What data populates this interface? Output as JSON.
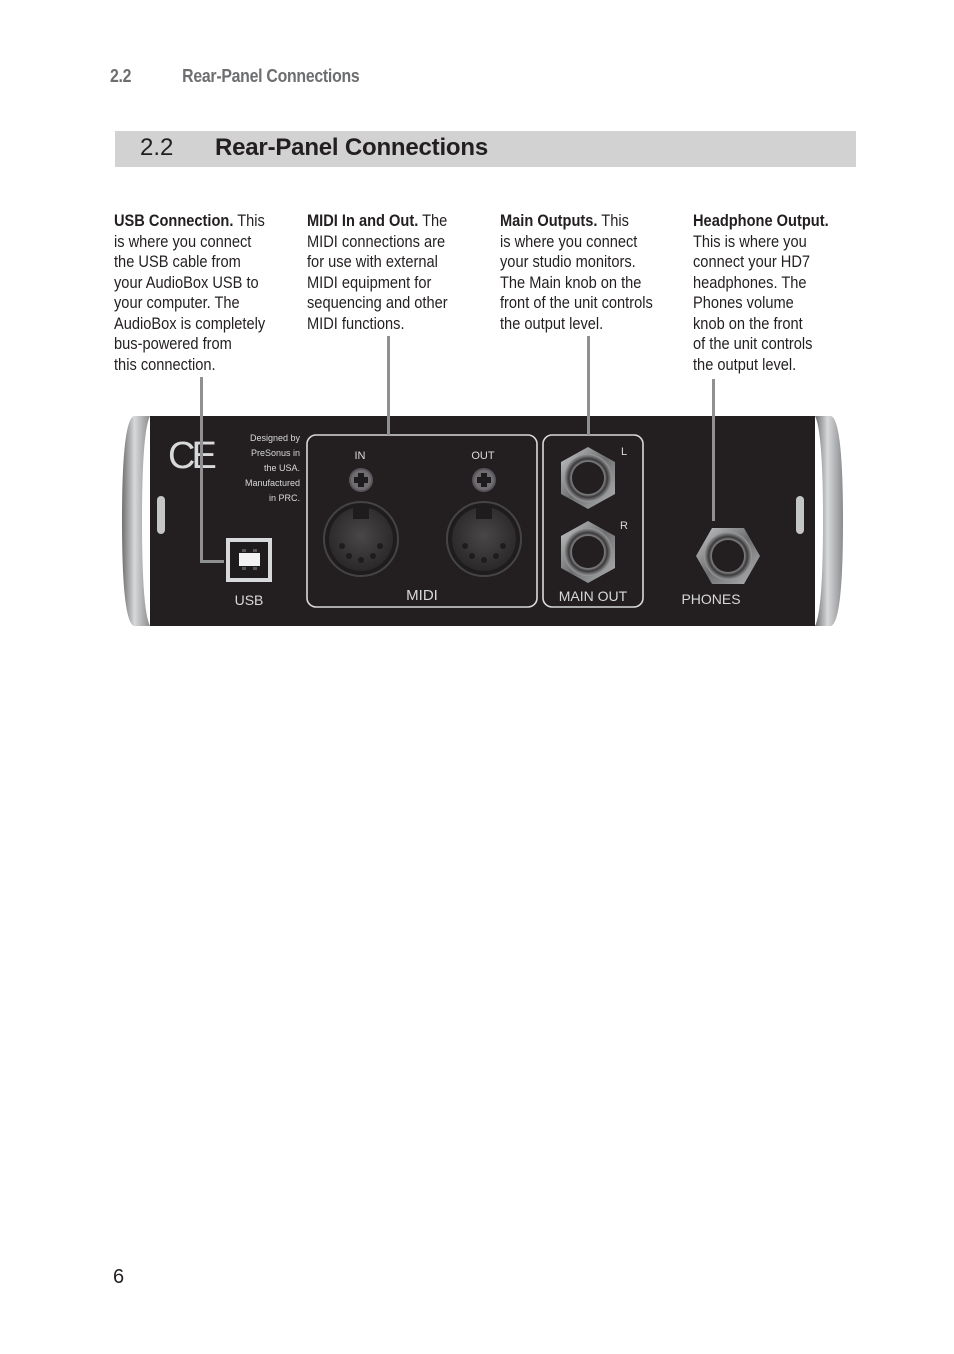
{
  "running_head": {
    "number": "2.2",
    "title": "Rear-Panel Connections"
  },
  "section": {
    "number": "2.2",
    "title": "Rear-Panel Connections"
  },
  "callouts": [
    {
      "title": "USB Connection.",
      "body": " This is where you connect the USB cable from your AudioBox USB to your computer. The AudioBox is completely bus-powered from this connection.",
      "lines": [
        "This",
        "is where you connect",
        "the USB cable from",
        "your AudioBox USB to",
        "your computer. The",
        "AudioBox is completely",
        "bus-powered from",
        "this connection."
      ]
    },
    {
      "title": "MIDI In and Out.",
      "body": " The MIDI connections are for use with external MIDI equipment for sequencing and other MIDI functions.",
      "lines": [
        "The",
        "MIDI connections are",
        "for use with external",
        "MIDI equipment for",
        "sequencing and other",
        "MIDI functions."
      ]
    },
    {
      "title": "Main Outputs.",
      "body": " This is where you connect your studio monitors. The Main knob on the front of the unit controls the output level.",
      "lines": [
        "This",
        "is where you connect",
        "your studio monitors.",
        "The Main knob on the",
        "front of the unit controls",
        "the output level."
      ]
    },
    {
      "title": "Headphone Output.",
      "body": " This is where you connect your HD7 headphones. The Phones volume knob on the front of the unit controls the output level.",
      "lines": [
        "",
        "This is where you",
        "connect your HD7",
        "headphones. The",
        "Phones volume",
        "knob on the front",
        "of the unit controls",
        "the output level."
      ]
    }
  ],
  "panel": {
    "ce_mark": "CE",
    "designed_text": [
      "Designed by",
      "PreSonus in",
      "the USA.",
      "Manufactured",
      "in PRC."
    ],
    "usb_label": "USB",
    "midi_in_label": "IN",
    "midi_out_label": "OUT",
    "midi_label": "MIDI",
    "main_l_label": "L",
    "main_r_label": "R",
    "main_out_label": "MAIN OUT",
    "phones_label": "PHONES"
  },
  "colors": {
    "panel_bg": "#231f20",
    "bar_bg": "#d2d2d3",
    "leader": "#8f9092",
    "text": "#231f20",
    "running_head": "#6d6e70"
  },
  "page_number": "6"
}
